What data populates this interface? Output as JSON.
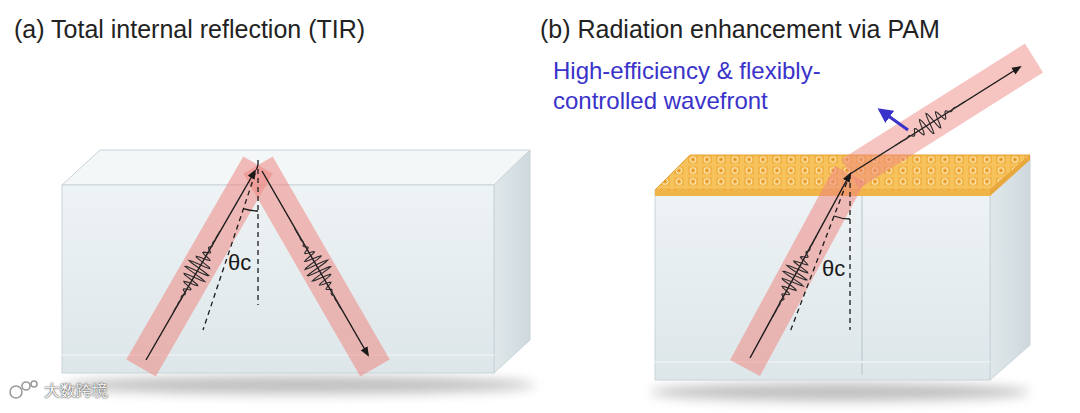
{
  "diagram": {
    "labels": [
      "(a) Total internal reflection (TIR)",
      "θc",
      "(b) Radiation enhancement via PAM",
      "High-efficiency & flexibly-controlled wavefront",
      "θc",
      "大数跨境"
    ]
  }
}
